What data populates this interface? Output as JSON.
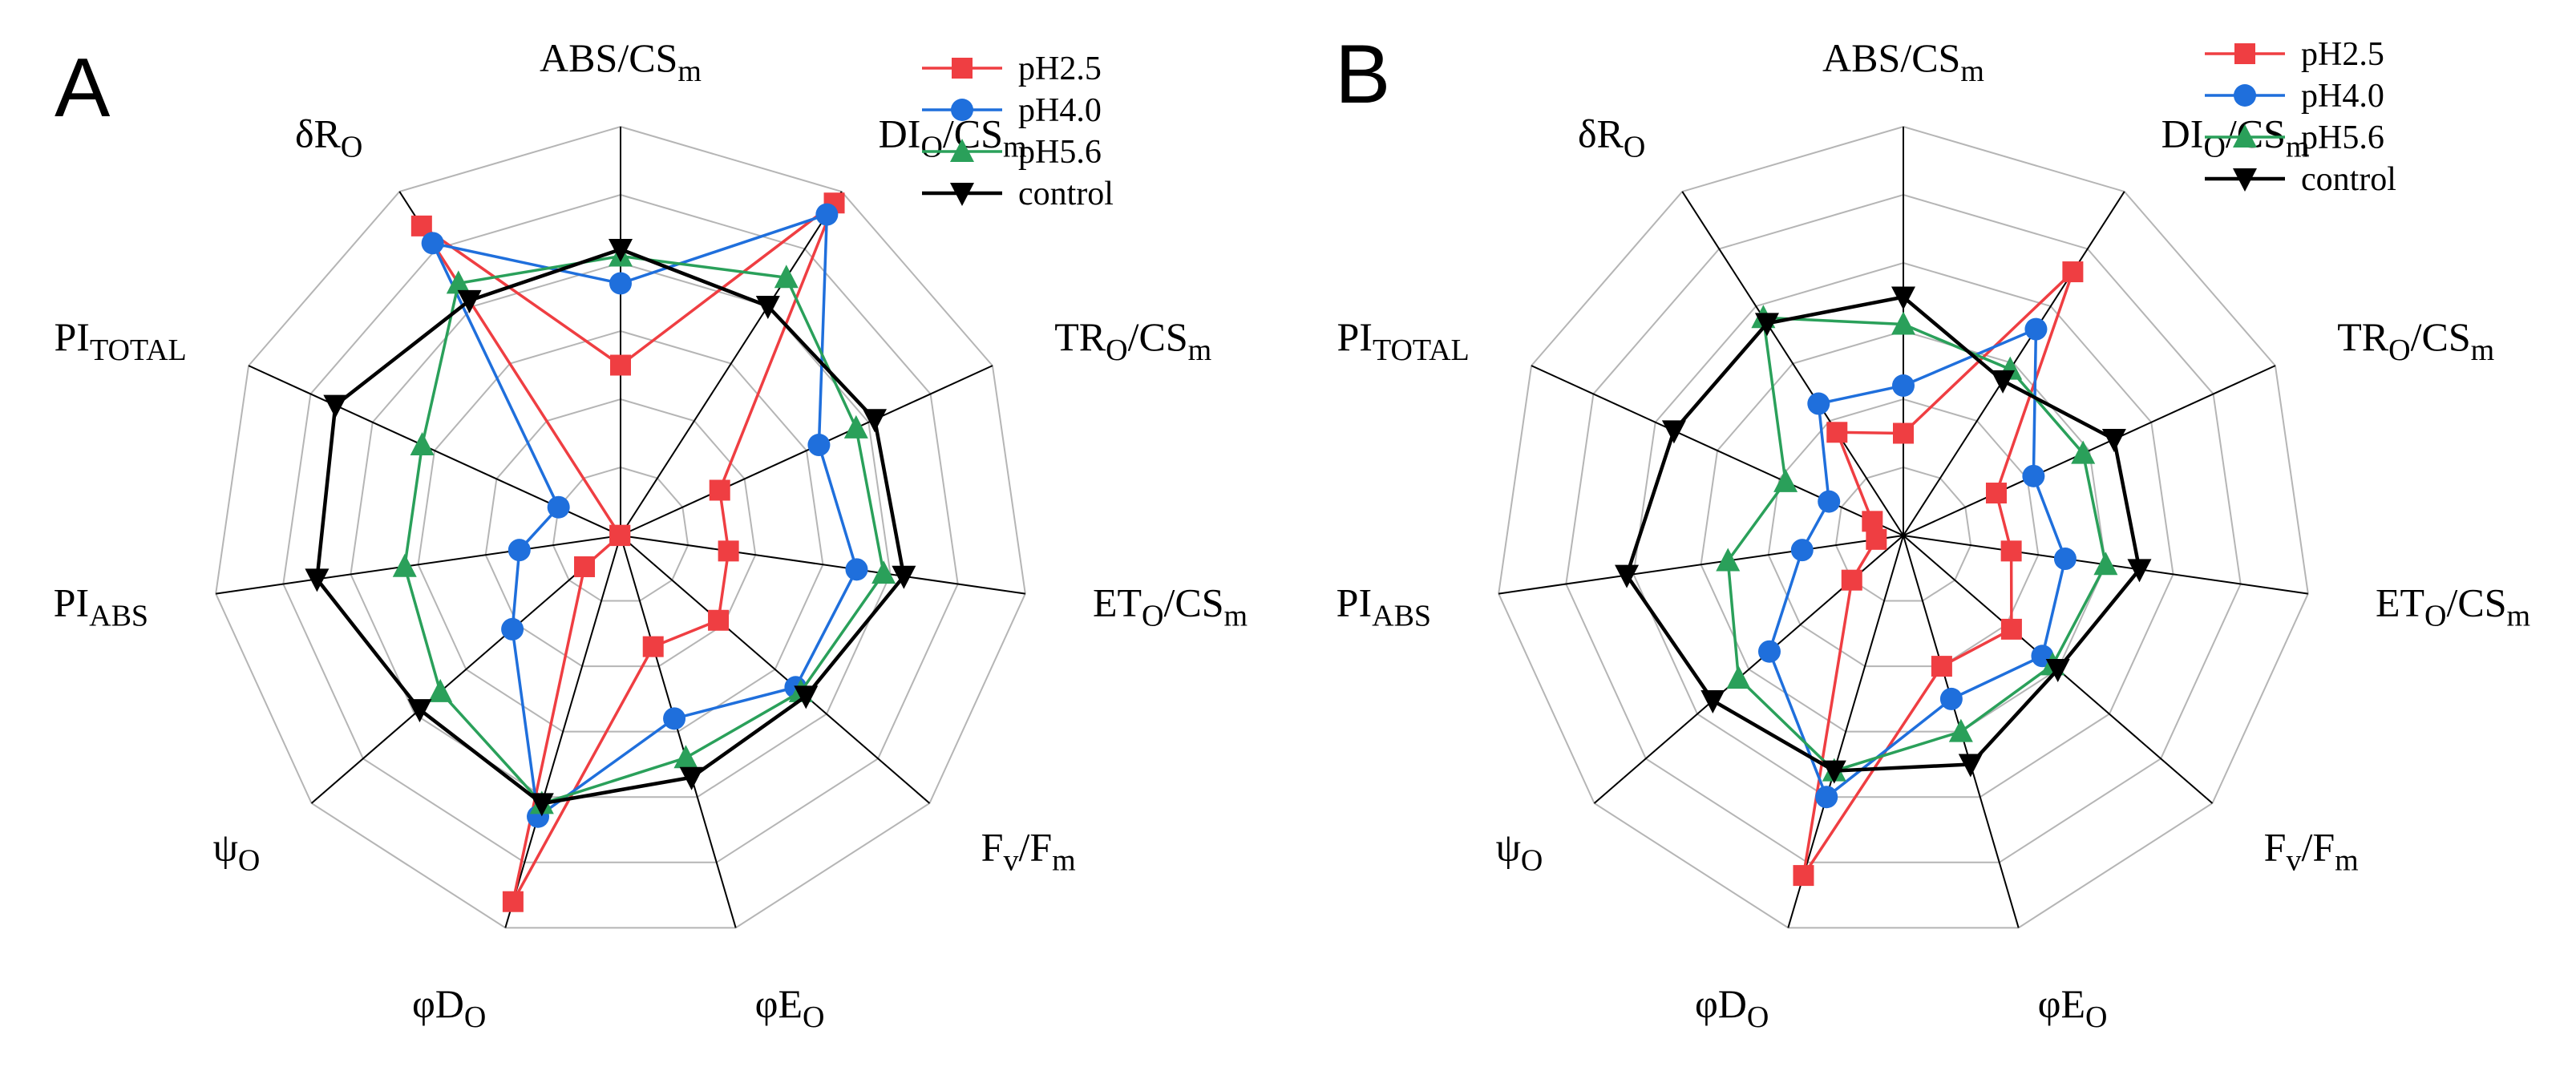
{
  "figure": {
    "axes": [
      {
        "main": "ABS/CS",
        "sub": "m"
      },
      {
        "main": "DI",
        "sub": "O",
        "main2": "/CS",
        "sub2": "m"
      },
      {
        "main": "TR",
        "sub": "O",
        "main2": "/CS",
        "sub2": "m"
      },
      {
        "main": "ET",
        "sub": "O",
        "main2": "/CS",
        "sub2": "m"
      },
      {
        "main": "F",
        "sub": "v",
        "main2": "/F",
        "sub2": "m"
      },
      {
        "main": "φE",
        "sub": "O"
      },
      {
        "main": "φD",
        "sub": "O"
      },
      {
        "main": "ψ",
        "sub": "O"
      },
      {
        "main": "PI",
        "sub": "ABS"
      },
      {
        "main": "PI",
        "sub": "TOTAL"
      },
      {
        "main": "δR",
        "sub": "O"
      }
    ],
    "colors": {
      "pH2.5": "#ef3e42",
      "pH4.0": "#1f6fdc",
      "pH5.6": "#2aa05a",
      "control": "#000000",
      "grid": "#b5b5b5",
      "spoke": "#000000"
    }
  },
  "chart_data": [
    {
      "type": "radar",
      "panel": "A",
      "categories": [
        "ABS/CSm",
        "DIO/CSm",
        "TRO/CSm",
        "ETO/CSm",
        "Fv/Fm",
        "φEO",
        "φDO",
        "ψO",
        "PIABS",
        "PITOTAL",
        "δRO"
      ],
      "rmax": 6,
      "grid_rings": 6,
      "legend_position": "top-right",
      "series": [
        {
          "name": "pH2.5",
          "marker": "square",
          "values": [
            2.5,
            5.8,
            1.6,
            1.6,
            1.9,
            1.7,
            5.6,
            0.7,
            0.01,
            0.01,
            5.4
          ]
        },
        {
          "name": "pH4.0",
          "marker": "circle",
          "values": [
            3.7,
            5.6,
            3.2,
            3.5,
            3.4,
            2.8,
            4.3,
            2.1,
            1.5,
            1.0,
            5.1
          ]
        },
        {
          "name": "pH5.6",
          "marker": "triangle-up",
          "values": [
            4.1,
            4.5,
            3.8,
            3.9,
            3.5,
            3.4,
            4.1,
            3.5,
            3.2,
            3.2,
            4.4
          ]
        },
        {
          "name": "control",
          "marker": "triangle-down",
          "values": [
            4.2,
            4.0,
            4.1,
            4.2,
            3.6,
            3.7,
            4.1,
            3.9,
            4.5,
            4.6,
            4.1
          ]
        }
      ]
    },
    {
      "type": "radar",
      "panel": "B",
      "categories": [
        "ABS/CSm",
        "DIO/CSm",
        "TRO/CSm",
        "ETO/CSm",
        "Fv/Fm",
        "φEO",
        "φDO",
        "ψO",
        "PIABS",
        "PITOTAL",
        "δRO"
      ],
      "rmax": 6,
      "grid_rings": 6,
      "legend_position": "top-right",
      "series": [
        {
          "name": "pH2.5",
          "marker": "square",
          "values": [
            1.5,
            4.6,
            1.5,
            1.6,
            2.1,
            2.0,
            5.2,
            1.0,
            0.4,
            0.5,
            1.8
          ]
        },
        {
          "name": "pH4.0",
          "marker": "circle",
          "values": [
            2.2,
            3.6,
            2.1,
            2.4,
            2.7,
            2.5,
            4.0,
            2.6,
            1.5,
            1.2,
            2.3
          ]
        },
        {
          "name": "pH5.6",
          "marker": "triangle-up",
          "values": [
            3.1,
            2.9,
            2.9,
            3.0,
            2.9,
            3.0,
            3.6,
            3.2,
            2.6,
            1.9,
            3.8
          ]
        },
        {
          "name": "control",
          "marker": "triangle-down",
          "values": [
            3.5,
            2.7,
            3.4,
            3.5,
            3.0,
            3.5,
            3.6,
            3.7,
            4.1,
            3.7,
            3.7
          ]
        }
      ]
    }
  ]
}
